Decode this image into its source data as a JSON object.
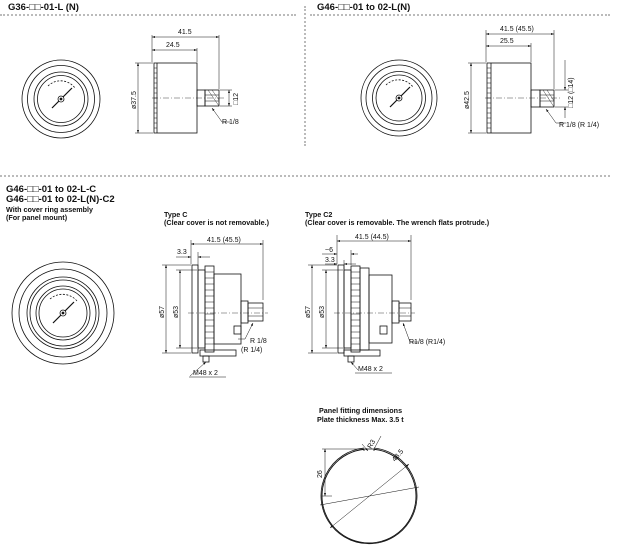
{
  "sections": {
    "g36": {
      "title": "G36-□□-01-L (N)"
    },
    "g46": {
      "title": "G46-□□-01 to 02-L(N)"
    },
    "g46c": {
      "title1": "G46-□□-01 to 02-L-C",
      "title2": "G46-□□-01 to 02-L(N)-C2",
      "note1": "With cover ring assembly",
      "note2": "(For panel mount)"
    },
    "typec": {
      "title": "Type C",
      "note": "(Clear cover is not removable.)"
    },
    "typec2": {
      "title": "Type C2",
      "note": "(Clear cover is removable. The wrench flats protrude.)"
    },
    "panel": {
      "title1": "Panel fitting dimensions",
      "title2": "Plate thickness Max. 3.5 t"
    }
  },
  "dims": {
    "g36_len": "41.5",
    "g36_body": "24.5",
    "g36_dia": "ø37.5",
    "g36_hex": "□12",
    "g36_thread": "R 1/8",
    "g46_len": "41.5 (45.5)",
    "g46_body": "25.5",
    "g46_hex1": "□12 (□14)",
    "g46_dia": "ø42.5",
    "g46_thread": "R 1/8 (R 1/4)",
    "c_len": "41.5 (45.5)",
    "c_off": "3.3",
    "c_d57": "ø57",
    "c_d53": "ø53",
    "c_thread1": "R 1/8",
    "c_thread2": "(R 1/4)",
    "c_screw": "M48 x 2",
    "c2_len": "41.5 (44.5)",
    "c2_off1": "~6",
    "c2_off2": "3.3",
    "c2_d57": "ø57",
    "c2_d53": "ø53",
    "c2_thread": "R1/8 (R1/4)",
    "c2_screw": "M48 x 2",
    "p_r": "R3",
    "p_h": "26",
    "p_d": "48.5"
  }
}
